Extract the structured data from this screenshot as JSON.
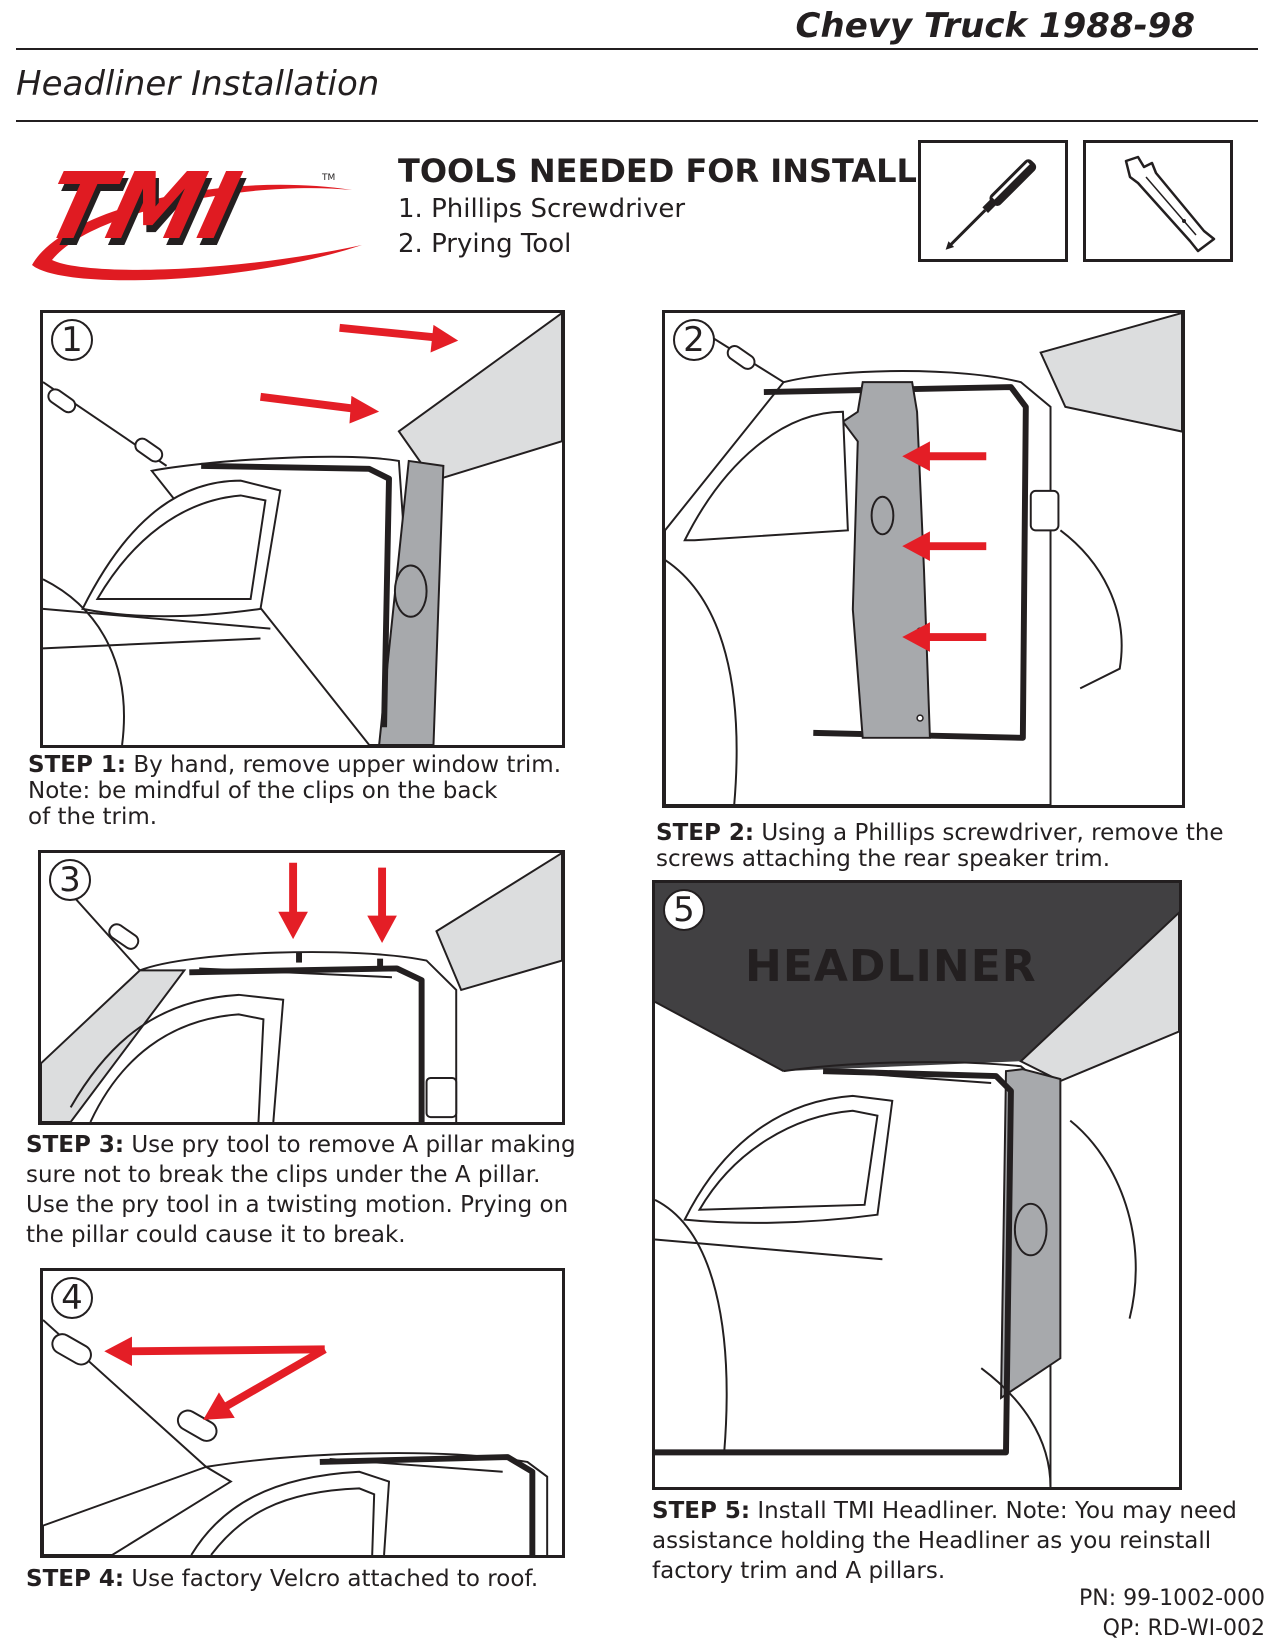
{
  "header": {
    "doc_title": "Chevy Truck 1988-98",
    "subtitle": "Headliner Installation"
  },
  "logo": {
    "text": "TMI",
    "tm": "TM",
    "color": "#e01b22"
  },
  "tools": {
    "heading": "TOOLS NEEDED FOR INSTALL:",
    "items": [
      "1. Phillips Screwdriver",
      "2. Prying Tool"
    ],
    "icons": [
      "screwdriver-icon",
      "pry-tool-icon"
    ]
  },
  "steps": [
    {
      "num": "1",
      "label": "STEP 1:",
      "text": " By hand, remove upper window trim.",
      "text2": "Note: be mindful of the clips on the back",
      "text3": "of the trim."
    },
    {
      "num": "2",
      "label": "STEP 2:",
      "text": " Using a Phillips screwdriver, remove the",
      "text2": "screws attaching the rear speaker trim."
    },
    {
      "num": "3",
      "label": "STEP 3:",
      "text": " Use pry tool to remove A pillar making",
      "text2": "sure not to break the clips under the A pillar.",
      "text3": "Use the pry tool in a twisting motion. Prying on",
      "text4": "the pillar could cause it to break."
    },
    {
      "num": "4",
      "label": "STEP 4:",
      "text": " Use factory Velcro attached to roof."
    },
    {
      "num": "5",
      "label": "STEP 5:",
      "text": " Install TMI Headliner. Note: You may need",
      "text2": "assistance holding the Headliner as you reinstall",
      "text3": "factory trim and A pillars.",
      "panel_label": "HEADLINER"
    }
  ],
  "footer": {
    "pn": "PN: 99-1002-000",
    "qp": "QP: RD-WI-002"
  },
  "colors": {
    "arrow": "#e41e26",
    "trim": "#a7a9ac",
    "headliner": "#414042",
    "pillar_light": "#dcddde"
  }
}
